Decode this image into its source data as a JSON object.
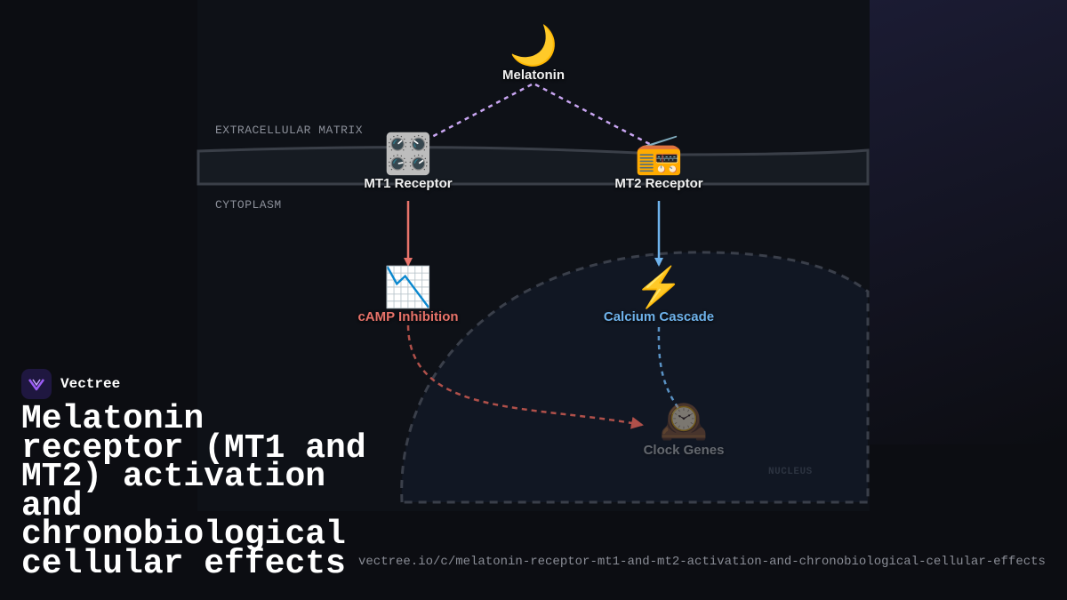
{
  "brand": {
    "name": "Vectree",
    "accent": "#9b5cf6"
  },
  "title": "Melatonin receptor (MT1 and MT2) activation and chronobiological cellular effects",
  "url": "vectree.io/c/melatonin-receptor-mt1-and-mt2-activation-and-chronobiological-cellular-effects",
  "zones": {
    "extracellular": "EXTRACELLULAR MATRIX",
    "cytoplasm": "CYTOPLASM",
    "nucleus": "NUCLEUS"
  },
  "nodes": {
    "melatonin": {
      "icon": "crescent-moon",
      "glyph": "🌙",
      "label": "Melatonin"
    },
    "mt1": {
      "icon": "control-knobs",
      "glyph": "🎛️",
      "label": "MT1 Receptor"
    },
    "mt2": {
      "icon": "radio",
      "glyph": "📻",
      "label": "MT2 Receptor"
    },
    "camp": {
      "icon": "chart-decreasing",
      "glyph": "📉",
      "label": "cAMP Inhibition"
    },
    "calcium": {
      "icon": "lightning-bolt",
      "glyph": "⚡",
      "label": "Calcium Cascade"
    },
    "clock": {
      "icon": "mantelpiece-clock",
      "glyph": "🕰️",
      "label": "Clock Genes"
    }
  },
  "colors": {
    "ligand_link": "#c9a6f2",
    "camp": "#e8736a",
    "calcium": "#6fb3ec",
    "membrane": "#3a3f48",
    "nucleus_border": "#3a3f4a"
  }
}
